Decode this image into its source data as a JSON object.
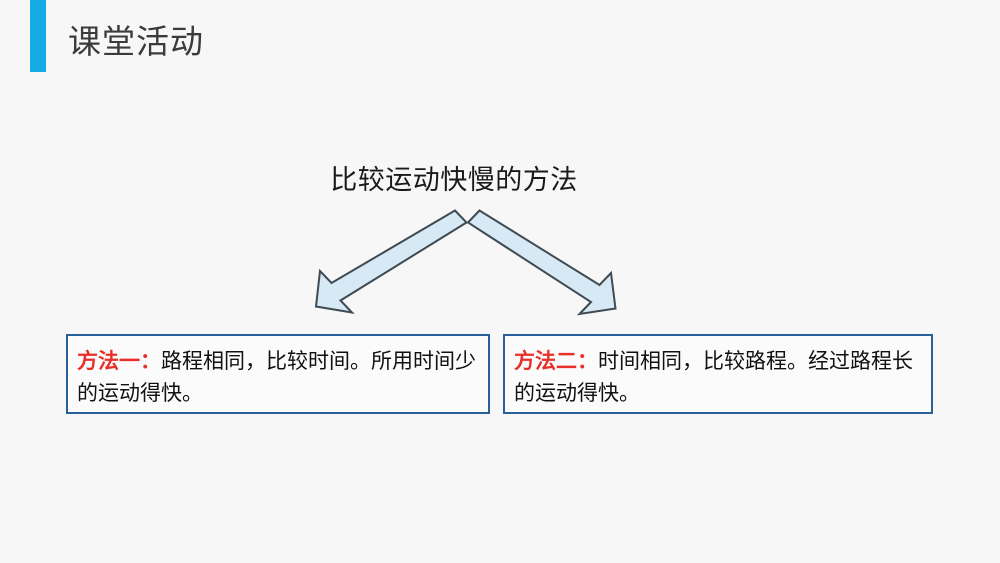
{
  "slide": {
    "title": "课堂活动",
    "accent_color": "#16ace3",
    "background_color": "#f7f7f7",
    "title_color": "#3b3b3b"
  },
  "diagram": {
    "heading": "比较运动快慢的方法",
    "arrows": [
      {
        "name": "arrow-left",
        "direction": "down-left",
        "fill": "#d6e9f5",
        "stroke": "#3f4a52"
      },
      {
        "name": "arrow-right",
        "direction": "down-right",
        "fill": "#d6e9f5",
        "stroke": "#3f4a52"
      }
    ],
    "boxes": [
      {
        "label": "方法一：",
        "body": "路程相同，比较时间。所用时间少的运动得快。",
        "label_color": "#e8302a",
        "border_color": "#2a6099"
      },
      {
        "label": "方法二：",
        "body": "时间相同，比较路程。经过路程长的运动得快。",
        "label_color": "#e8302a",
        "border_color": "#2a6099"
      }
    ]
  }
}
